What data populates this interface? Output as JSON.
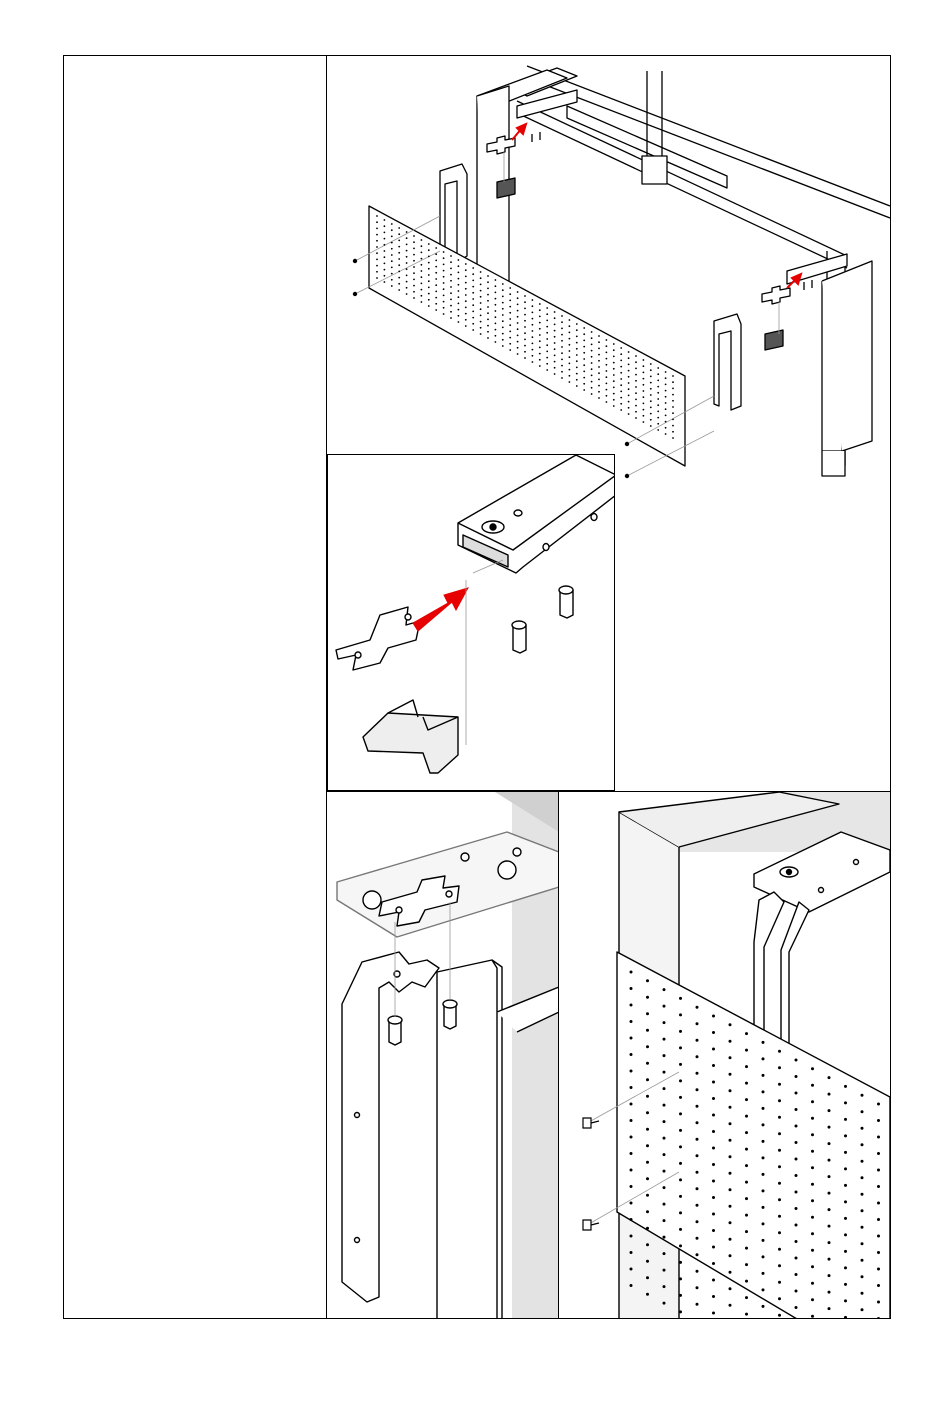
{
  "document": {
    "type": "assembly-instructions",
    "step_text": "",
    "figures": [
      {
        "id": "overview",
        "parts": [
          "modesty-panel",
          "panel-bracket",
          "mounting-plate",
          "end-cap",
          "screw"
        ]
      },
      {
        "id": "detail",
        "parts": [
          "cross-plate",
          "end-cap",
          "bolt",
          "rail-end"
        ]
      },
      {
        "id": "bracket-detail",
        "parts": [
          "bracket",
          "cross-plate",
          "bolt"
        ]
      },
      {
        "id": "panel-detail",
        "parts": [
          "perforated-panel",
          "screw",
          "leg"
        ]
      }
    ],
    "colors": {
      "line": "#000000",
      "arrow": "#e60000",
      "shade": "#d9d9d9",
      "paper": "#ffffff"
    }
  }
}
